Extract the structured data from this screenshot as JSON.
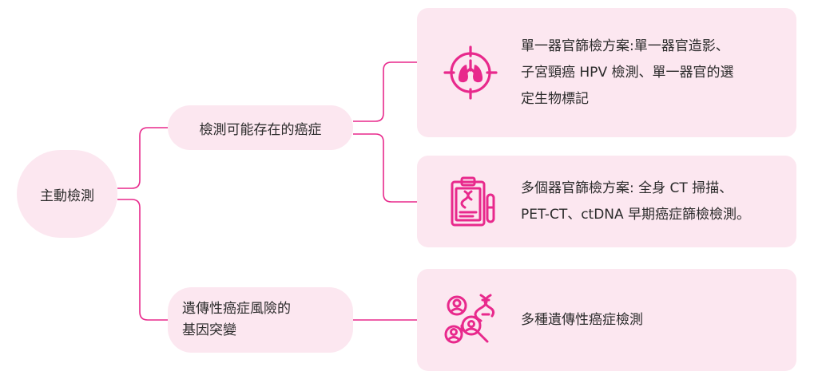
{
  "colors": {
    "accent": "#e8298c",
    "bubble": "#fce7f0",
    "connector": "#e8298c"
  },
  "root": {
    "label": "主動檢測"
  },
  "branches": [
    {
      "label": "檢測可能存在的癌症"
    },
    {
      "label": "遺傳性癌症風險的\n基因突變"
    }
  ],
  "leaves": [
    {
      "icon": "lung-target-icon",
      "text": "單一器官篩檢方案:單一器官造影、\n子宮頸癌 HPV 檢測、單一器官的選\n定生物標記"
    },
    {
      "icon": "clipboard-dna-icon",
      "text": "多個器官篩檢方案: 全身 CT 掃描、\nPET-CT、ctDNA 早期癌症篩檢檢測。"
    },
    {
      "icon": "dna-people-search-icon",
      "text": "多種遺傳性癌症檢測"
    }
  ]
}
